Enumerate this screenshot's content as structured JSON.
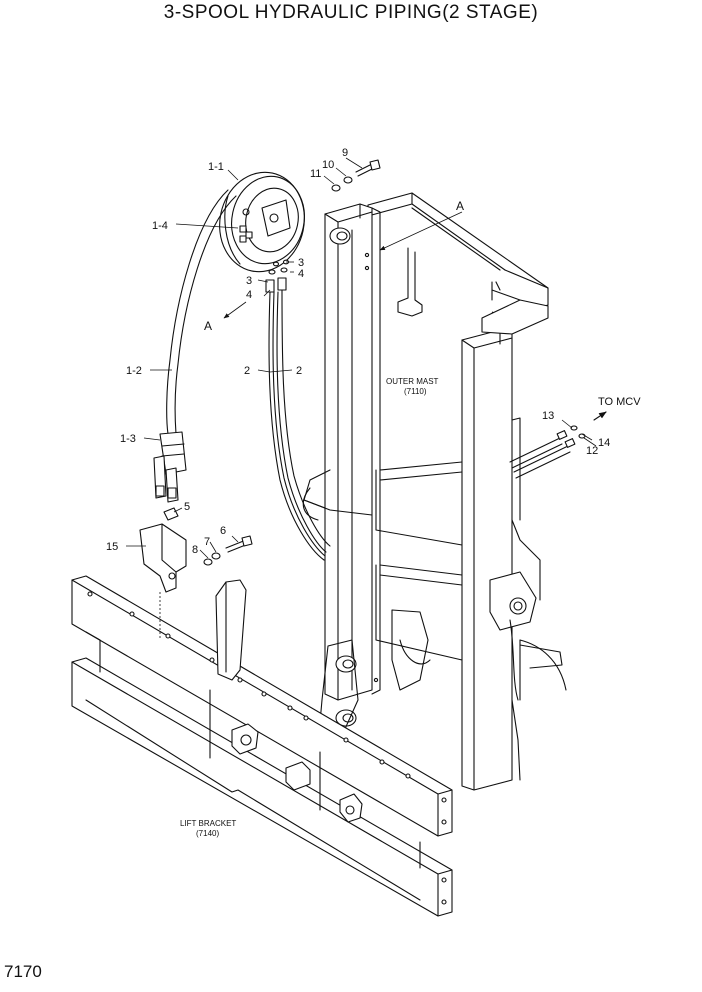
{
  "title": "3-SPOOL HYDRAULIC PIPING(2 STAGE)",
  "page_number": "7170",
  "callouts": {
    "c1_1": "1-1",
    "c1_2": "1-2",
    "c1_3": "1-3",
    "c1_4": "1-4",
    "c2a": "2",
    "c2b": "2",
    "c3a": "3",
    "c3b": "3",
    "c4a": "4",
    "c4b": "4",
    "c5": "5",
    "c6": "6",
    "c7": "7",
    "c8": "8",
    "c9": "9",
    "c10": "10",
    "c11": "11",
    "c12": "12",
    "c13": "13",
    "c14": "14",
    "c15": "15",
    "view_a_upper": "A",
    "view_a_lower": "A"
  },
  "assemblies": {
    "outer_mast_name": "OUTER MAST",
    "outer_mast_ref": "(7110)",
    "lift_bracket_name": "LIFT BRACKET",
    "lift_bracket_ref": "(7140)",
    "to_mcv": "TO  MCV"
  }
}
